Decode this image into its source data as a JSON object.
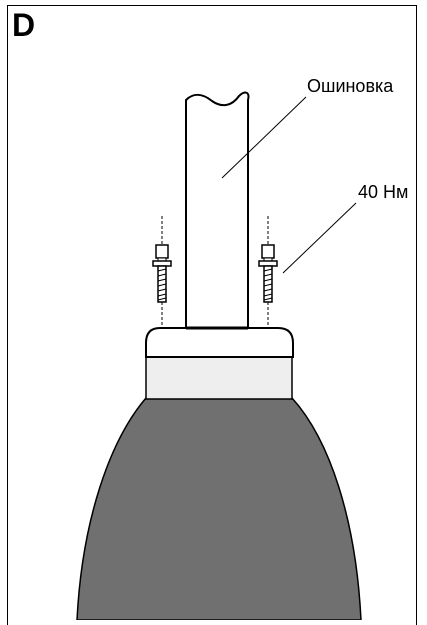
{
  "panel": {
    "letter": "D"
  },
  "labels": {
    "busbar": "Ошиновка",
    "torque": "40 Нм"
  },
  "colors": {
    "insulator_body": "#707070",
    "cap_fill": "#ffffff",
    "band_fill": "#eeeeee",
    "stroke": "#000000"
  },
  "icons": {
    "bolt": "hex-bolt-with-washer"
  }
}
